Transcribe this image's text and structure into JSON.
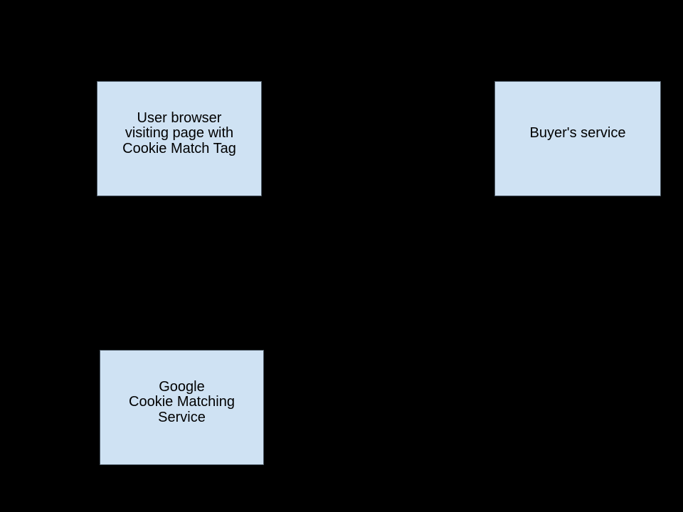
{
  "diagram": {
    "background_color": "#000000",
    "node_fill_color": "#cfe2f3",
    "node_border_color": "#4d5a66",
    "node_text_color": "#000000",
    "nodes": [
      {
        "id": "user-browser",
        "lines": [
          "User browser",
          "visiting page with",
          "Cookie Match Tag"
        ]
      },
      {
        "id": "buyers-service",
        "lines": [
          "Buyer's service"
        ]
      },
      {
        "id": "google-cookie-matching-service",
        "lines": [
          "Google",
          "Cookie Matching",
          "Service"
        ]
      }
    ]
  }
}
